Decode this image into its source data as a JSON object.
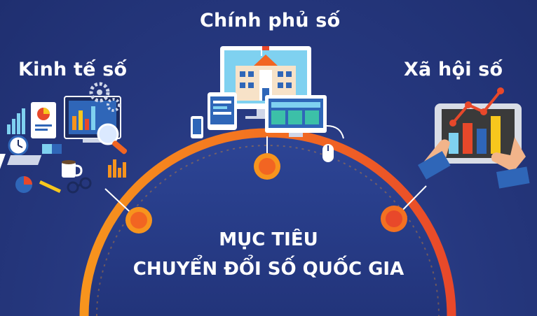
{
  "pillars": {
    "economy": {
      "label": "Kinh tế số",
      "icon": "digital-economy-icon"
    },
    "government": {
      "label": "Chính phủ số",
      "icon": "e-government-icon"
    },
    "society": {
      "label": "Xã hội số",
      "icon": "digital-society-icon"
    }
  },
  "goal": {
    "line1": "MỤC TIÊU",
    "line2": "CHUYỂN ĐỔI SỐ QUỐC GIA"
  },
  "colors": {
    "background": "#26387f",
    "arc_outer": "#f7941d",
    "arc_inner": "#e8562a",
    "node": "#f26522",
    "text": "#ffffff"
  }
}
